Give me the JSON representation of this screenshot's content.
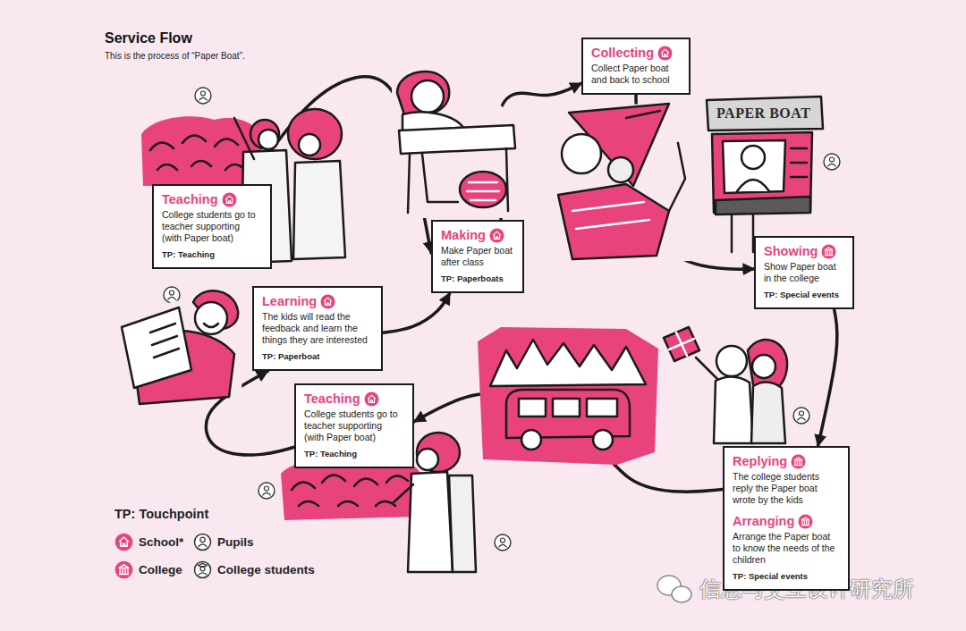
{
  "diagram": {
    "title": "Service Flow",
    "caption": "This is the process of “Paper Boat”.",
    "nodes": [
      {
        "text": [
          "Teaching",
          "College students go to teacher supporting (with Paper boat)",
          "TP: Teaching"
        ]
      },
      {
        "text": [
          "Making",
          "Make Paper boat after class",
          "TP: Paperboats"
        ]
      },
      {
        "text": [
          "Collecting",
          "Collect Paper boat and back to school"
        ]
      },
      {
        "text": [
          "Showing",
          "Show Paper boat in the college",
          "TP: Special events"
        ]
      },
      {
        "text": [
          "Replying",
          "The college students reply the Paper boat wrote by the kids",
          "Arranging",
          "Arrange the Paper boat to know the needs of the children",
          "TP: Special events"
        ]
      },
      {
        "text": [
          "Teaching",
          "College students go to teacher supporting (with Paper boat)",
          "TP: Teaching"
        ]
      },
      {
        "text": [
          "Learning",
          "The kids will read the feedback and learn the things they are interested",
          "TP: Paperboat"
        ]
      }
    ],
    "edges": [
      {
        "from": 0,
        "to": 1,
        "arrow": "to"
      },
      {
        "from": 1,
        "to": 2,
        "arrow": "to"
      },
      {
        "from": 2,
        "to": 3,
        "arrow": "to"
      },
      {
        "from": 3,
        "to": 4,
        "arrow": "to"
      },
      {
        "from": 4,
        "to": 5,
        "arrow": "to"
      },
      {
        "from": 5,
        "to": 6,
        "arrow": "to"
      },
      {
        "from": 6,
        "to": 1,
        "arrow": "to"
      }
    ],
    "labels": [
      "TP: Touchpoint",
      "PAPER BOAT",
      "信息与交互设计研究所"
    ],
    "legend": [
      {
        "text": "School*"
      },
      {
        "text": "Pupils"
      },
      {
        "text": "College"
      },
      {
        "text": "College students"
      }
    ]
  }
}
